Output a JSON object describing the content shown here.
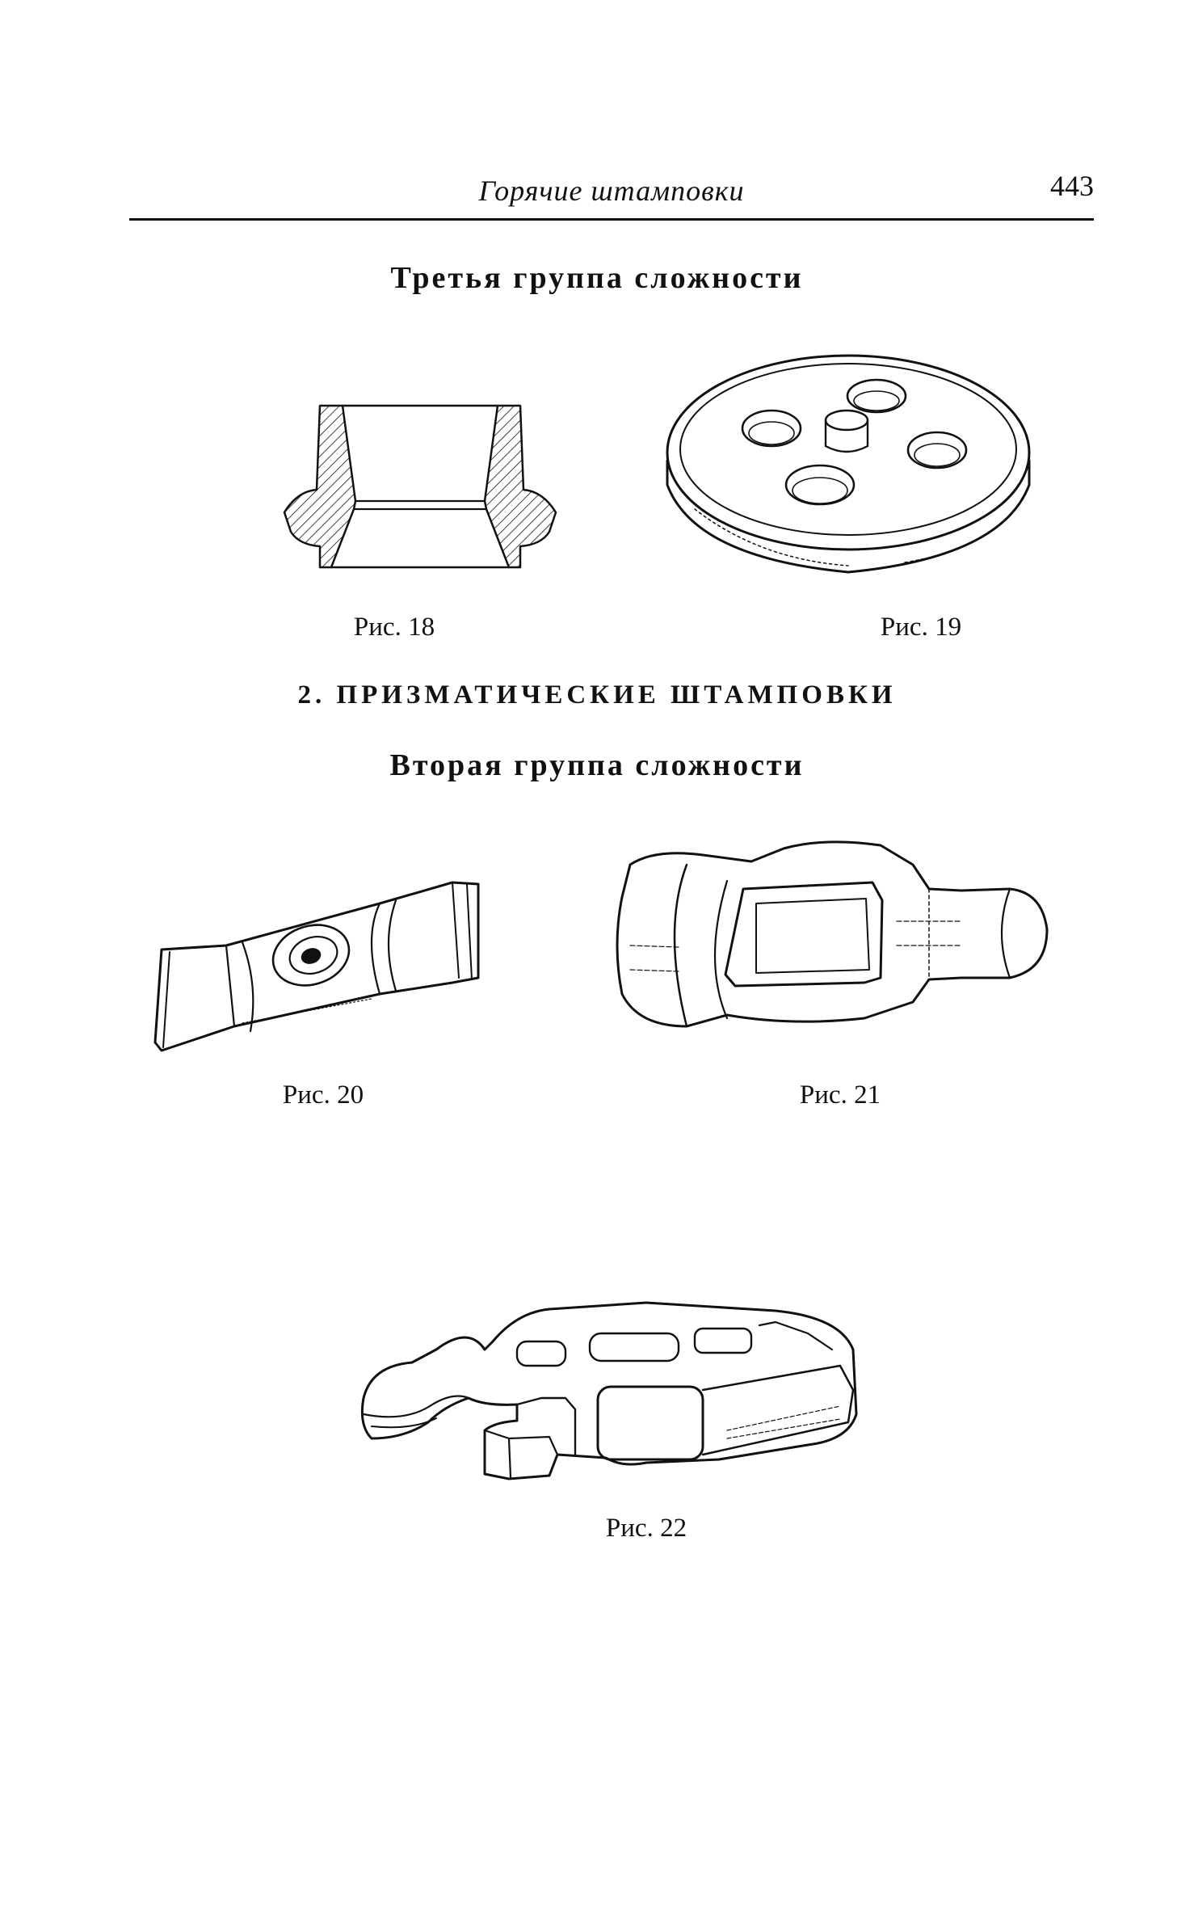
{
  "header": {
    "running_title": "Горячие штамповки",
    "page_number": "443"
  },
  "sections": {
    "group3_heading": "Третья группа сложности",
    "section2_heading": "2. ПРИЗМАТИЧЕСКИЕ ШТАМПОВКИ",
    "group2_heading": "Вторая группа сложности"
  },
  "figures": [
    {
      "caption": "Рис. 18",
      "icon": "ring-forging-section-drawing"
    },
    {
      "caption": "Рис. 19",
      "icon": "disc-with-holes-drawing"
    },
    {
      "caption": "Рис. 20",
      "icon": "bar-forging-drawing"
    },
    {
      "caption": "Рис. 21",
      "icon": "frame-forging-drawing"
    },
    {
      "caption": "Рис. 22",
      "icon": "hook-lever-forging-drawing"
    }
  ]
}
